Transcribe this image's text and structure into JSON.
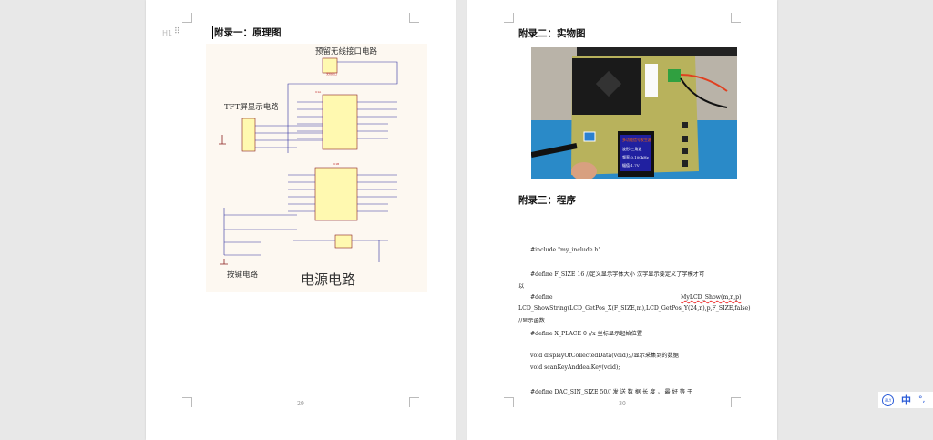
{
  "left_page": {
    "heading": "附录一：原理图",
    "heading_style_marker": "H1",
    "schematic_labels": {
      "wireless": "预留无线接口电路",
      "tft": "TFT屏显示电路",
      "keys": "按键电路",
      "power": "电源电路"
    },
    "page_number": "29"
  },
  "right_page": {
    "heading_photo": "附录二：实物图",
    "heading_code": "附录三：程序",
    "code_lines": [
      "#include \"my_include.h\"",
      "#define F_SIZE            16 //定义显示字体大小  汉字显示要定义了字模才可",
      "以",
      "#define",
      "MyLCD_Show(m,n,p)",
      "LCD_ShowString(LCD_GetPos_X(F_SIZE,m),LCD_GetPos_Y(24,n),p,F_SIZE,false)",
      "//显示函数",
      "#define X_PLACE    0 //x 坐标显示起始位置",
      "void displayOfCollectedData(void);//显示采集到的数据",
      "void scanKeyAnddealKey(void);",
      "#define   DAC_SIN_SIZE              50//  发 送 数 据 长 度 ， 最 好 等 于"
    ],
    "page_number": "30"
  },
  "tray": {
    "ime_icon": "ime-logo-icon",
    "lang": "中",
    "punct": "°,"
  }
}
